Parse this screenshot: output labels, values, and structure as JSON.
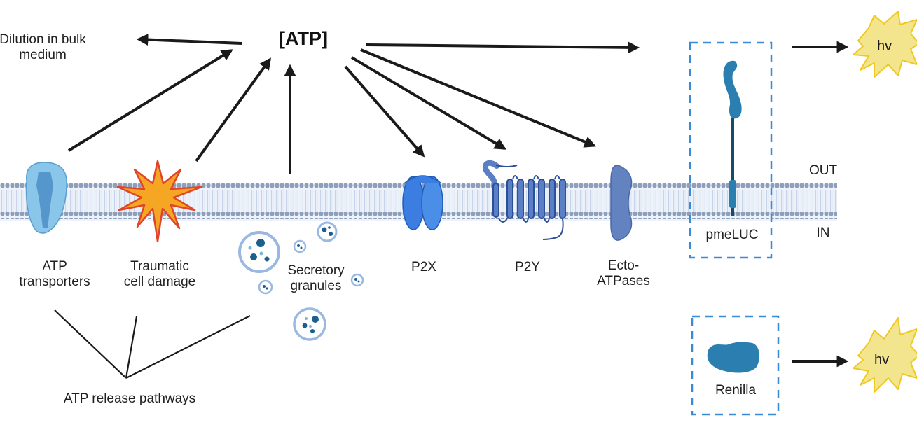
{
  "title": "Extracellular ATP signaling and luciferase-based detection",
  "center_label": "[ATP]",
  "dilution_label": [
    "Dilution in bulk",
    "medium"
  ],
  "release_sources": [
    {
      "name": "atp-transporters",
      "label": [
        "ATP",
        "transporters"
      ]
    },
    {
      "name": "traumatic-cell-damage",
      "label": [
        "Traumatic",
        "cell damage"
      ]
    },
    {
      "name": "secretory-granules",
      "label": [
        "Secretory",
        "granules"
      ]
    }
  ],
  "release_group_label": "ATP release pathways",
  "targets": [
    {
      "name": "p2x",
      "label": [
        "P2X"
      ]
    },
    {
      "name": "p2y",
      "label": [
        "P2Y"
      ]
    },
    {
      "name": "ecto-atpases",
      "label": [
        "Ecto-",
        "ATPases"
      ]
    }
  ],
  "membrane": {
    "out_label": "OUT",
    "in_label": "IN"
  },
  "reporters": [
    {
      "name": "pmeluc",
      "label": "pmeLUC",
      "output": "hv"
    },
    {
      "name": "renilla",
      "label": "Renilla",
      "output": "hv"
    }
  ],
  "colors": {
    "arrow": "#1a1a1a",
    "membrane_head": "#8e9fbc",
    "membrane_tail": "#d6e0f0",
    "dashed_box": "#3a8bd4",
    "luciferase": "#2a7fb0",
    "star_fill": "#f3e58e",
    "star_stroke": "#f0c820",
    "damage_fill": "#f5a623",
    "damage_stroke": "#e0452a",
    "p2x": "#3b7de0",
    "p2y": "#5b7fc4",
    "ecto": "#6282c0"
  }
}
